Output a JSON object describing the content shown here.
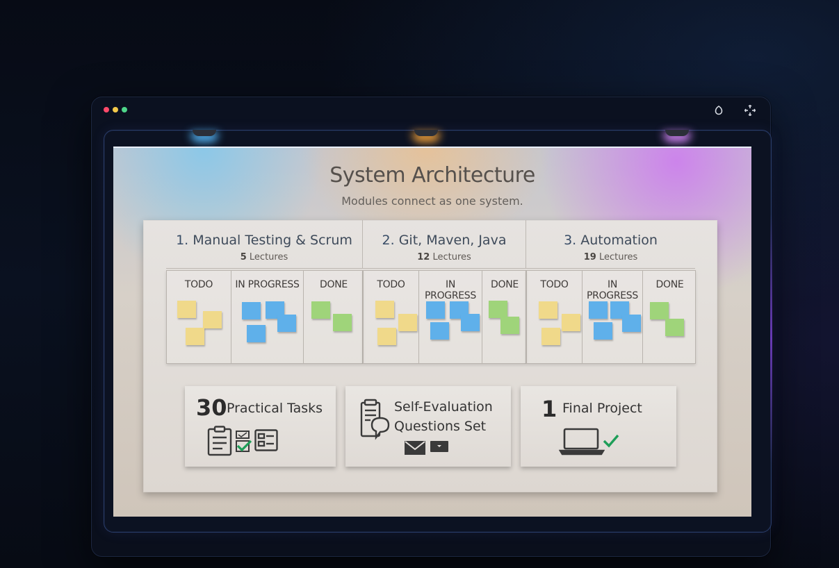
{
  "slide": {
    "title": "System Architecture",
    "subtitle": "Modules connect as one system."
  },
  "modules": [
    {
      "number": "1.",
      "name": "Manual Testing & Scrum",
      "count": "5",
      "unit": "Lectures"
    },
    {
      "number": "2.",
      "name": "Git, Maven, Java",
      "count": "12",
      "unit": "Lectures"
    },
    {
      "number": "3.",
      "name": "Automation",
      "count": "19",
      "unit": "Lectures"
    }
  ],
  "kanban_columns": [
    "TODO",
    "IN PROGRESS",
    "DONE"
  ],
  "cards": [
    {
      "number": "30",
      "label": "Practical Tasks"
    },
    {
      "label_line1": "Self-Evaluation",
      "label_line2": "Questions Set"
    },
    {
      "number": "1",
      "label": "Final Project"
    }
  ],
  "colors": {
    "sticky_todo": "#f0d98a",
    "sticky_in_progress": "#5fb0ea",
    "sticky_done": "#9fd47a",
    "window_dot_red": "#ff4a6a",
    "window_dot_yellow": "#f3c94a",
    "window_dot_green": "#4ed68a"
  },
  "icons": {
    "toolbar": [
      "theme-toggle-icon",
      "fullscreen-icon"
    ],
    "cards": [
      "clipboard-icon",
      "checklist-icon",
      "form-icon",
      "document-icon",
      "chat-bubble-icon",
      "envelope-icon",
      "laptop-icon",
      "checkmark-icon"
    ]
  }
}
